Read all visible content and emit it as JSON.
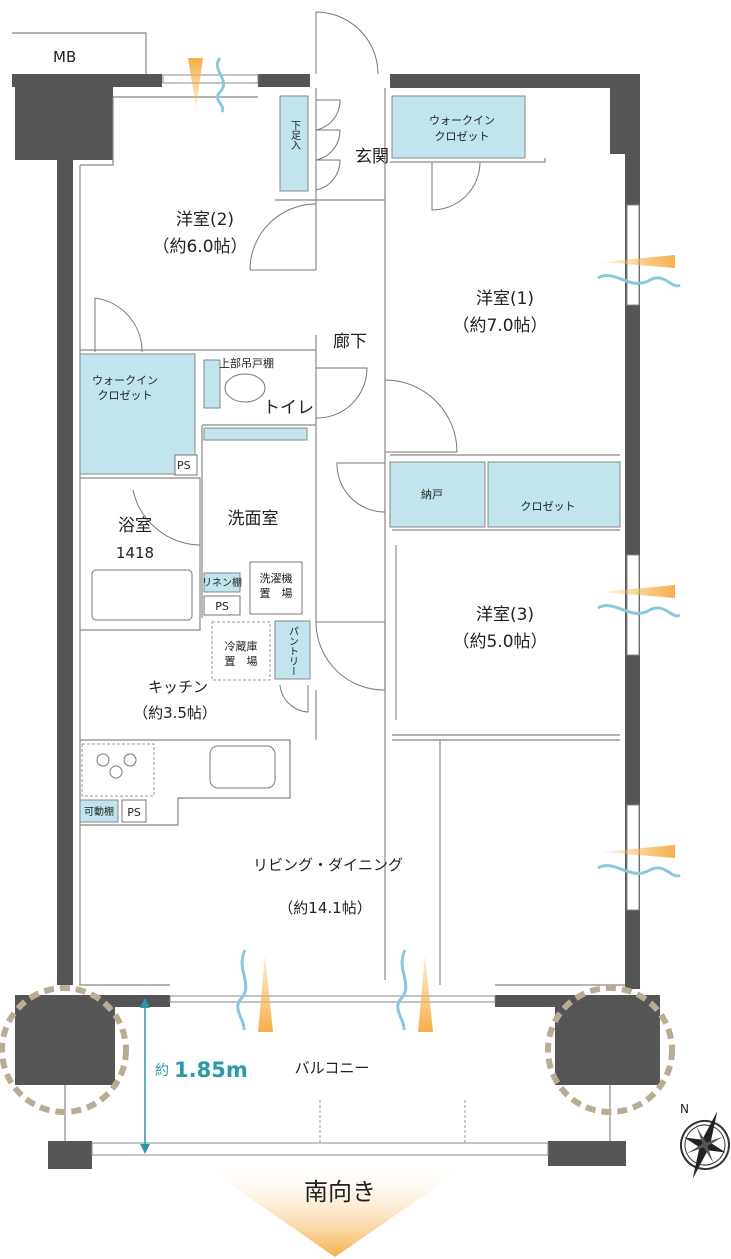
{
  "colors": {
    "wall": "#555555",
    "closet": "#c2e4ec",
    "accent_teal": "#2a9aa8",
    "sun_orange": "#f5b04a",
    "breeze_blue": "#8cc8dc",
    "pillar_dash": "#b8ad94"
  },
  "labels": {
    "mb": "MB",
    "genkan": "玄関",
    "shoe_box": "下足入",
    "wic_top": [
      "ウォークイン",
      "クロゼット"
    ],
    "room2": [
      "洋室(2)",
      "（約6.0帖）"
    ],
    "room1": [
      "洋室(1)",
      "（約7.0帖）"
    ],
    "corridor": "廊下",
    "wic_left": [
      "ウォークイン",
      "クロゼット"
    ],
    "upper_cabinet": "上部吊戸棚",
    "toilet": "トイレ",
    "ps1": "PS",
    "bath": [
      "浴室",
      "1418"
    ],
    "washroom": "洗面室",
    "linen": "リネン棚",
    "ps2": "PS",
    "washer": [
      "洗濯機",
      "置　場"
    ],
    "fridge": [
      "冷蔵庫",
      "置　場"
    ],
    "pantry": "パントリー",
    "kitchen": [
      "キッチン",
      "（約3.5帖）"
    ],
    "storage": "納戸",
    "closet": "クロゼット",
    "room3": [
      "洋室(3)",
      "（約5.0帖）"
    ],
    "movable_shelf": "可動棚",
    "ps3": "PS",
    "living": [
      "リビング・ダイニング",
      "（約14.1帖）"
    ],
    "balcony": "バルコニー",
    "balcony_depth_prefix": "約",
    "balcony_depth": "1.85m",
    "orientation": "南向き",
    "compass_north": "N"
  }
}
